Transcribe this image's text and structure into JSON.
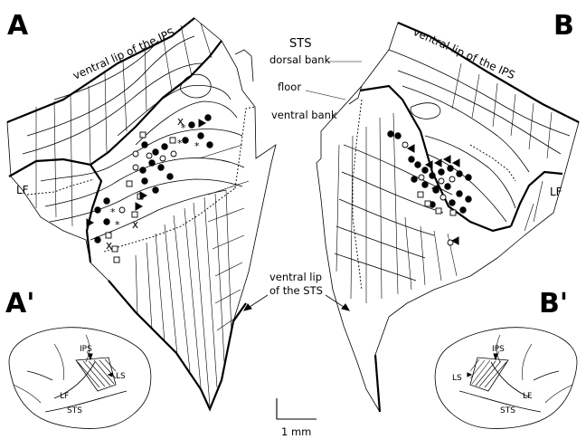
{
  "panels": {
    "a": "A",
    "b": "B",
    "a_prime": "A'",
    "b_prime": "B'"
  },
  "labels": {
    "ips_lip_left": "ventral lip of the IPS",
    "ips_lip_right": "ventral lip of the IPS",
    "sts": "STS",
    "dorsal_bank": "dorsal bank",
    "floor": "floor",
    "ventral_bank": "ventral bank",
    "lf_left": "LF",
    "lf_right": "LF",
    "sts_lip_line1": "ventral lip",
    "sts_lip_line2": "of the STS"
  },
  "brain_left": {
    "ips": "IPS",
    "ls": "LS",
    "lf": "LF",
    "sts": "STS"
  },
  "brain_right": {
    "ips": "IPS",
    "ls": "LS",
    "lf": "LF",
    "sts": "STS"
  },
  "scale_bar": {
    "label": "1 mm"
  },
  "colors": {
    "ink": "#000000",
    "paper": "#ffffff"
  }
}
